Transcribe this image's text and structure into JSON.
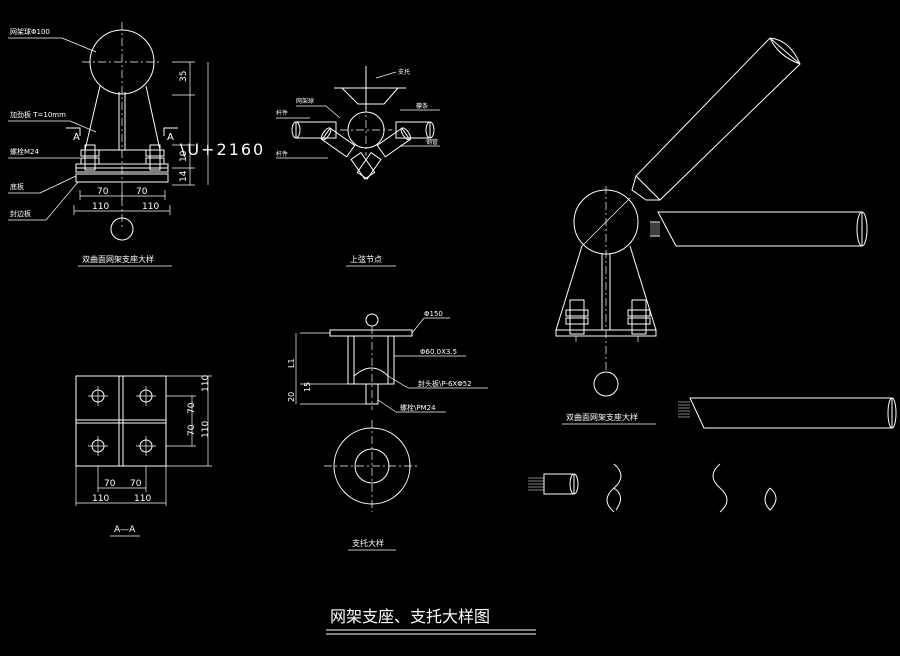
{
  "drawing_title": "网架支座、支托大样图",
  "views": {
    "support_detail": {
      "caption": "双曲面网架支座大样",
      "labels": {
        "ball": "网架球Φ100",
        "rib": "加劲板 T=10mm",
        "bolt": "螺栓M24",
        "base": "底板",
        "pad": "封边板"
      },
      "section_mark": "A",
      "dims_top": [
        "70",
        "70"
      ],
      "dims_bottom": [
        "110",
        "110"
      ],
      "dims_side": [
        "35",
        "10",
        "14"
      ],
      "stray_text": "\\U+2160"
    },
    "top_node": {
      "caption": "上弦节点",
      "labels": [
        "支托",
        "檩条",
        "网架球",
        "杆件",
        "钢管",
        "杆件"
      ]
    },
    "plan_aa": {
      "caption": "A—A",
      "dims_bottom_inner": [
        "70",
        "70"
      ],
      "dims_bottom_outer": [
        "110",
        "110"
      ],
      "dims_right_inner": [
        "70",
        "70"
      ],
      "dims_right_outer": [
        "110",
        "110"
      ]
    },
    "bracket_detail": {
      "caption": "支托大样",
      "labels": [
        "Φ150",
        "Φ60.0X3.5",
        "封头板\\P-6XΦ52",
        "螺栓\\PM24"
      ],
      "dims_side": [
        "L1",
        "20",
        "15"
      ]
    },
    "support_iso": {
      "caption": "双曲面网架支座大样"
    }
  }
}
